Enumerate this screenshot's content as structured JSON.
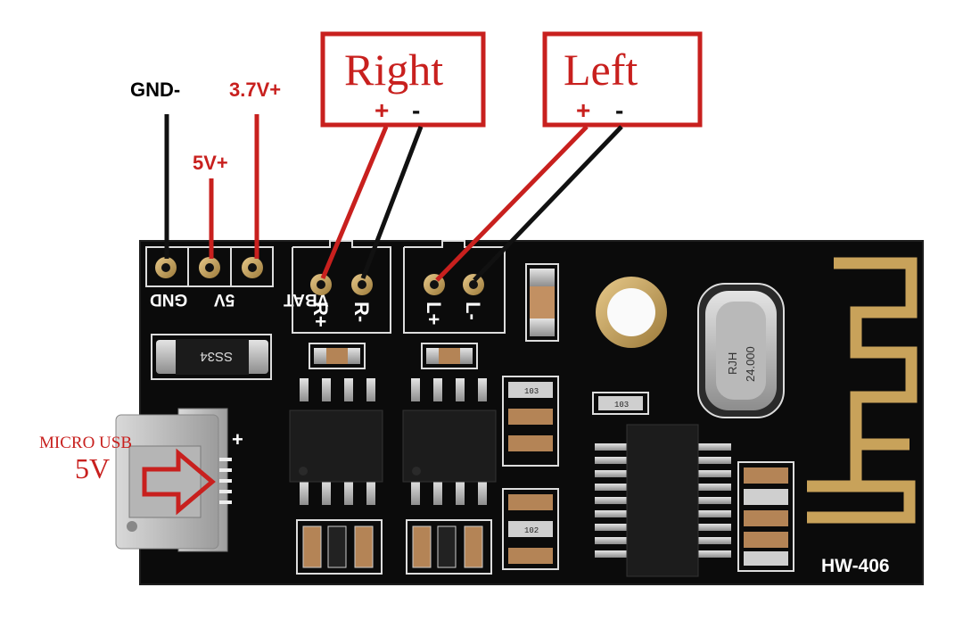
{
  "labels": {
    "gnd": "GND-",
    "v5": "5V+",
    "v37": "3.7V+",
    "right_title": "Right",
    "left_title": "Left",
    "plus": "+",
    "minus": "-"
  },
  "silkscreen": {
    "gnd": "GND",
    "v5": "5V",
    "vbat": "VBAT",
    "r_plus": "R+",
    "r_minus": "R-",
    "l_plus": "L+",
    "l_minus": "L-",
    "usb_plus": "+",
    "diode": "SS34",
    "crystal_1": "RJH",
    "crystal_2": "24.000",
    "smd_103": "103",
    "smd_102": "102",
    "model": "HW-406"
  },
  "usb": {
    "line1": "MICRO USB",
    "line2": "5V"
  },
  "colors": {
    "accent_red": "#c8201e",
    "board": "#0b0b0b",
    "gold": "#c8a25a"
  }
}
